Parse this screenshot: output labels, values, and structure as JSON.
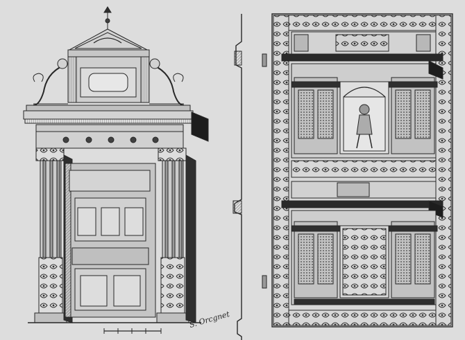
{
  "plate": {
    "signature": "S. Orcgnet",
    "left_figure": "doorway-elevation",
    "right_figure": "inlaid-cabinet-door",
    "ink_color": "#2b2b2b",
    "paper_color": "#d9d9d9"
  }
}
